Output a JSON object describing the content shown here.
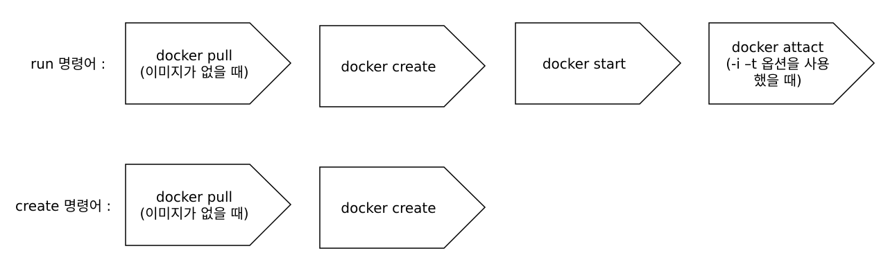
{
  "rows": [
    {
      "label": "run 명령어 :",
      "steps": [
        {
          "lines": [
            "docker pull",
            "(이미지가 없을 때)"
          ]
        },
        {
          "lines": [
            "docker create"
          ]
        },
        {
          "lines": [
            "docker start"
          ]
        },
        {
          "lines": [
            "docker attact",
            "(-i –t 옵션을 사용",
            "했을 때)"
          ]
        }
      ]
    },
    {
      "label": "create 명령어 :",
      "steps": [
        {
          "lines": [
            "docker pull",
            "(이미지가 없을 때)"
          ]
        },
        {
          "lines": [
            "docker create"
          ]
        }
      ]
    }
  ],
  "colors": {
    "stroke": "#000000",
    "fill": "#ffffff"
  }
}
